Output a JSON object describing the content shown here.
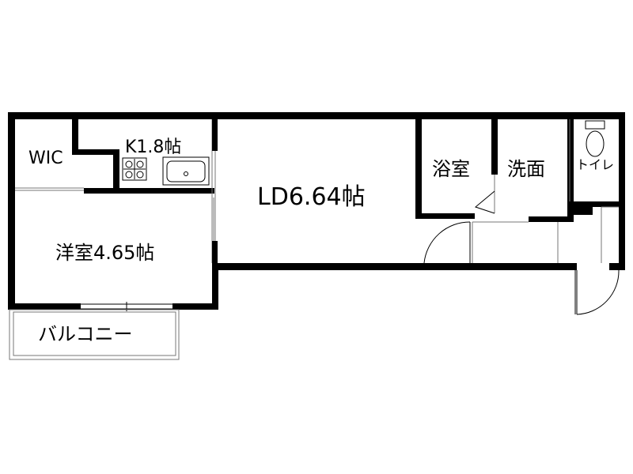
{
  "rooms": {
    "wic": "WIC",
    "kitchen": "K1.8帖",
    "ld": "LD6.64帖",
    "bath": "浴室",
    "washroom": "洗面",
    "toilet": "トイレ",
    "western_room": "洋室4.65帖",
    "balcony": "バルコニー"
  },
  "colors": {
    "wall": "#000000",
    "fixture": "#777777"
  }
}
